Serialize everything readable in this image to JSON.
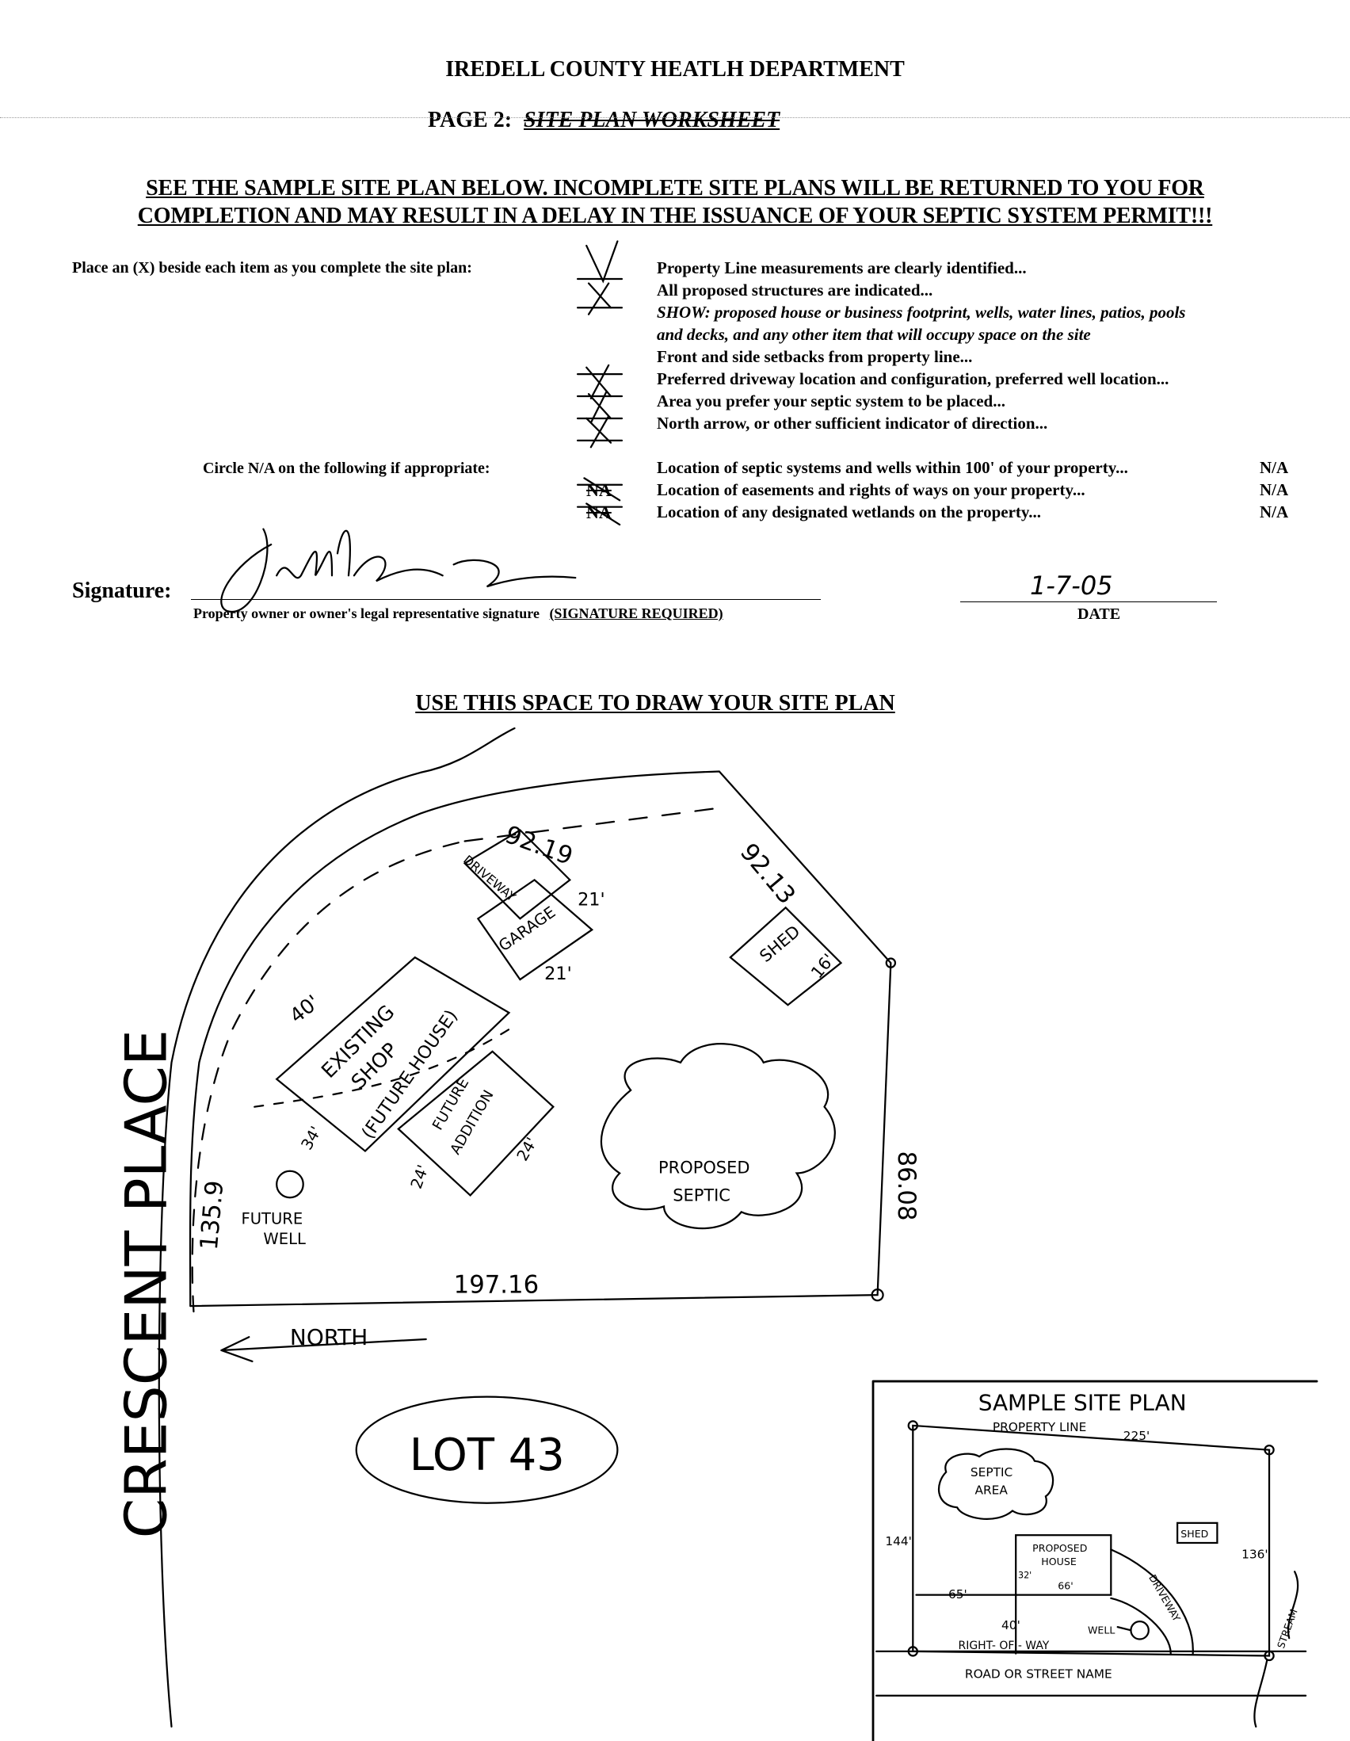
{
  "header": {
    "title": "IREDELL COUNTY HEATLH DEPARTMENT",
    "page_label": "PAGE 2:",
    "page_subtitle": "SITE PLAN WORKSHEET"
  },
  "warning": {
    "line1": "SEE THE SAMPLE SITE PLAN BELOW.  INCOMPLETE SITE PLANS WILL BE RETURNED TO YOU FOR",
    "line2": "COMPLETION AND MAY RESULT IN A DELAY IN THE ISSUANCE OF YOUR SEPTIC SYSTEM PERMIT!!!"
  },
  "checklist": {
    "instruction": "Place an (X) beside each item as you complete the site plan:",
    "items": [
      {
        "text": "Property Line measurements are clearly identified...",
        "checked": true
      },
      {
        "text": "All proposed structures are indicated...",
        "checked": true
      },
      {
        "text": "SHOW: proposed house or business footprint, wells, water lines, patios, pools",
        "checked": false
      },
      {
        "text": "and decks, and any other item that will occupy space on the site",
        "checked": false
      },
      {
        "text": "Front and side setbacks from property line...",
        "checked": false
      },
      {
        "text": "Preferred driveway location and configuration, preferred well location...",
        "checked": true
      },
      {
        "text": "Area you prefer your septic system to be placed...",
        "checked": true
      },
      {
        "text": "North arrow, or other sufficient indicator of direction...",
        "checked": true
      }
    ]
  },
  "na_section": {
    "instruction": "Circle N/A on the following if appropriate:",
    "items": [
      {
        "text": "Location of septic systems and wells within 100' of your property...",
        "na": "N/A",
        "mark": ""
      },
      {
        "text": "Location of easements and rights of ways on your property...",
        "na": "N/A",
        "mark": "NA"
      },
      {
        "text": "Location of any designated wetlands on the property...",
        "na": "N/A",
        "mark": "NA"
      }
    ]
  },
  "signature": {
    "label": "Signature:",
    "caption": "Property owner or owner's legal representative signature",
    "required": "(SIGNATURE REQUIRED)",
    "date_value": "1-7-05",
    "date_label": "DATE"
  },
  "site_plan": {
    "heading": "USE THIS SPACE TO DRAW YOUR SITE PLAN",
    "labels": {
      "top_left_line": "92.19",
      "top_right_line": "92.13",
      "right_line": "86.08",
      "bottom_line": "197.16",
      "left_line": "135.9",
      "driveway": "DRIVEWAY",
      "garage": "GARAGE",
      "garage_w": "21'",
      "garage_h": "21'",
      "shed": "SHED",
      "shed_dim": "16'",
      "shop_len": "40'",
      "shop1": "EXISTING",
      "shop2": "SHOP",
      "shop3": "(FUTURE HOUSE)",
      "addition1": "FUTURE",
      "addition2": "ADDITION",
      "addition_w": "24'",
      "addition_h": "24'",
      "shop_w": "34'",
      "septic1": "PROPOSED",
      "septic2": "SEPTIC",
      "well1": "FUTURE",
      "well2": "WELL",
      "north": "NORTH",
      "road": "CRESCENT PLACE",
      "lot": "LOT 43"
    }
  },
  "sample": {
    "title": "SAMPLE SITE PLAN",
    "property_line": "PROPERTY LINE",
    "top_dim": "225'",
    "septic1": "SEPTIC",
    "septic2": "AREA",
    "shed": "SHED",
    "house1": "PROPOSED",
    "house2": "HOUSE",
    "house_w": "66'",
    "house_h": "32'",
    "left_dim": "144'",
    "right_dim": "136'",
    "setback_side": "65'",
    "setback_front": "40'",
    "driveway": "DRIVEWAY",
    "well": "WELL",
    "row": "RIGHT-  OF - WAY",
    "road": "ROAD  OR  STREET  NAME",
    "stream": "STREAM"
  }
}
